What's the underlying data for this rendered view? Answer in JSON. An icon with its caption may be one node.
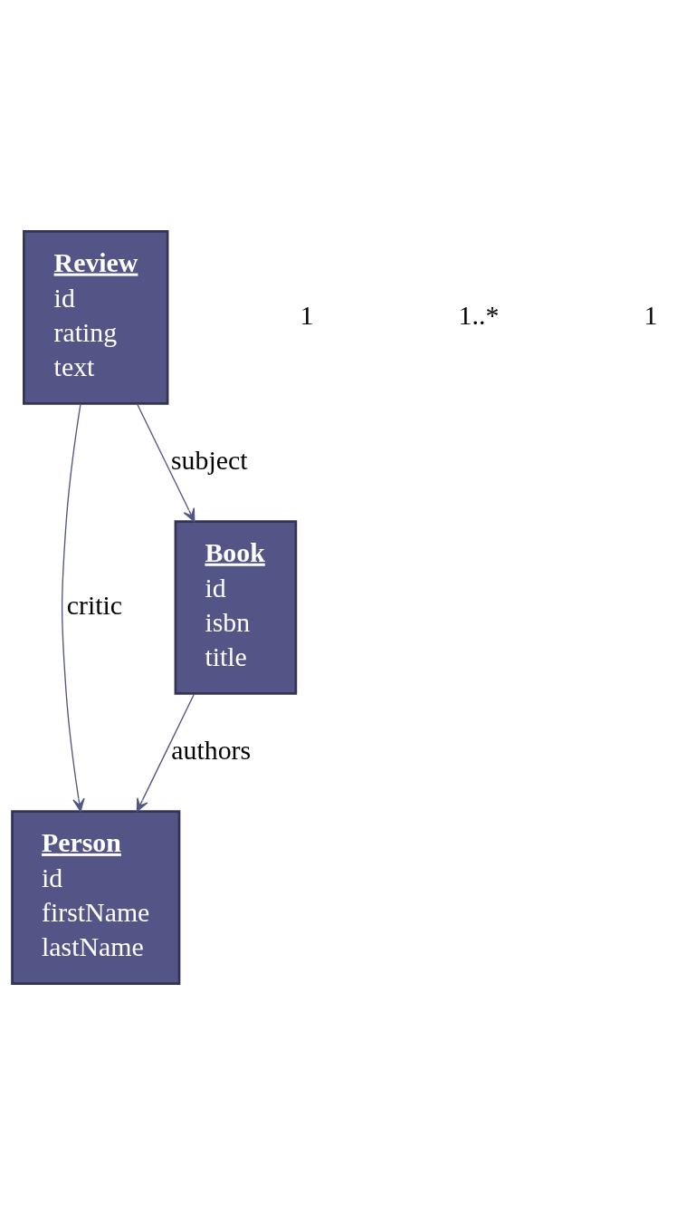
{
  "diagram": {
    "nodes": [
      {
        "text": [
          "Review",
          "id",
          "rating",
          "text"
        ]
      },
      {
        "text": [
          "Person",
          "id",
          "firstName",
          "lastName"
        ]
      },
      {
        "text": [
          "Book",
          "id",
          "isbn",
          "title"
        ]
      }
    ],
    "edges": [
      {
        "from": 0,
        "to": 1,
        "arrow": "to",
        "label": "critic"
      },
      {
        "from": 0,
        "to": 2,
        "arrow": "to",
        "label": "subject"
      },
      {
        "from": 2,
        "to": 1,
        "arrow": "to",
        "label": "authors"
      }
    ],
    "labels": [
      "1",
      "1..*",
      "1"
    ]
  }
}
